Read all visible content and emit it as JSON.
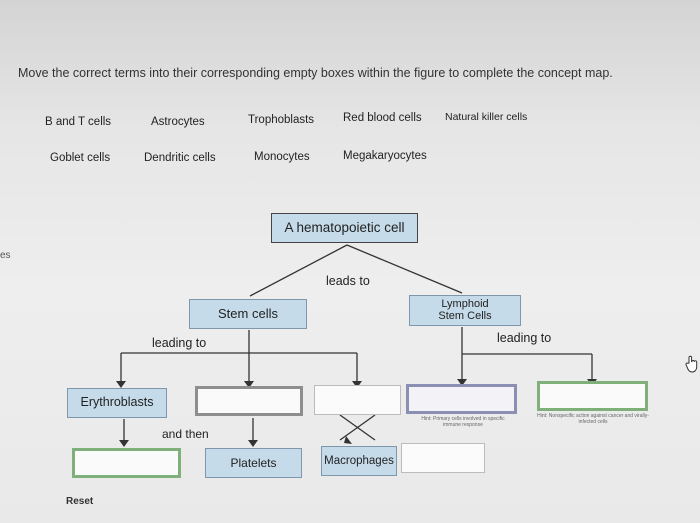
{
  "instruction": "Move the correct terms into their corresponding empty boxes within the figure to complete the concept map.",
  "left_edge_text": "es",
  "terms": [
    "B and T cells",
    "Astrocytes",
    "Trophoblasts",
    "Red blood cells",
    "Natural killer cells",
    "Goblet cells",
    "Dendritic cells",
    "Monocytes",
    "Megakaryocytes"
  ],
  "map": {
    "root": "A hematopoietic cell",
    "leads_to": "leads to",
    "stem_cells": "Stem cells",
    "lymphoid_stem_cells": "Lymphoid Stem Cells",
    "leading_to_left": "leading to",
    "leading_to_right": "leading to",
    "erythroblasts": "Erythroblasts",
    "and_then": "and then",
    "platelets": "Platelets",
    "macrophages": "Macrophages",
    "hint_1": "Hint: Primary cells involved in specific immune response",
    "hint_2": "Hint: Nonspecific action against cancer and virally-infected cells"
  },
  "reset_label": "Reset",
  "colors": {
    "filled_box": "#c6dbea",
    "line": "#333333",
    "gray_outline": "#8e8e8e",
    "green_outline": "#7fb07c",
    "blue_outline": "#8a8fb3"
  }
}
